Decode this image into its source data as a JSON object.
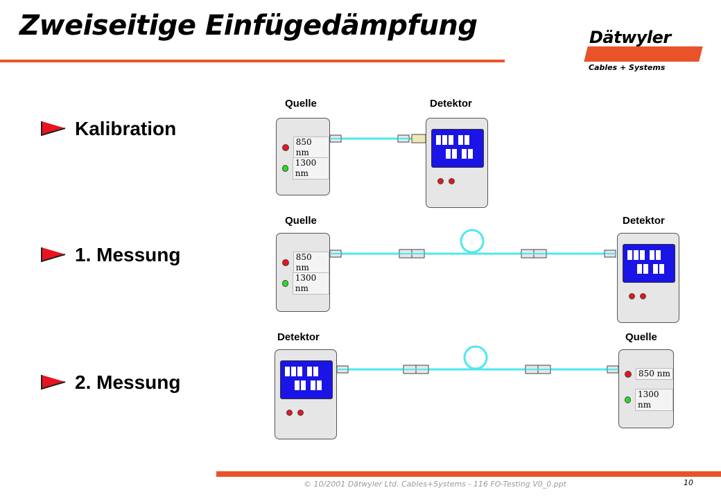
{
  "header": {
    "title": "Zweiseitige Einfügedämpfung",
    "logo_name": "Dätwyler",
    "logo_subtitle": "Cables + Systems",
    "accent_color": "#e8532a"
  },
  "bullets": [
    {
      "label": "Kalibration"
    },
    {
      "label": "1. Messung"
    },
    {
      "label": "2. Messung"
    }
  ],
  "diagrams": {
    "calibration": {
      "left_label": "Quelle",
      "right_label": "Detektor"
    },
    "measurement1": {
      "left_label": "Quelle",
      "right_label": "Detektor"
    },
    "measurement2": {
      "left_label": "Detektor",
      "right_label": "Quelle"
    }
  },
  "source": {
    "wl1": "850 nm",
    "wl2": "1300 nm"
  },
  "fiber_color": "#4de8f0",
  "footer": {
    "text": "© 10/2001 Dätwyler Ltd. Cables+Systems - 116 FO-Testing V0_0.ppt",
    "page": "10"
  }
}
